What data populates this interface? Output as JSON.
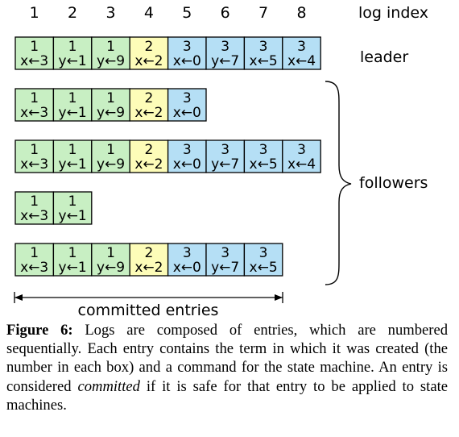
{
  "header": {
    "indices": [
      "1",
      "2",
      "3",
      "4",
      "5",
      "6",
      "7",
      "8"
    ],
    "index_label": "log index"
  },
  "legend": {
    "leader_label": "leader",
    "followers_label": "followers",
    "committed_label": "committed entries"
  },
  "term_colors": {
    "1": "#c8efc3",
    "2": "#fdfcb8",
    "3": "#b5dff5"
  },
  "logs": [
    {
      "role": "leader",
      "entries": [
        {
          "term": "1",
          "cmd": "x←3"
        },
        {
          "term": "1",
          "cmd": "y←1"
        },
        {
          "term": "1",
          "cmd": "y←9"
        },
        {
          "term": "2",
          "cmd": "x←2"
        },
        {
          "term": "3",
          "cmd": "x←0"
        },
        {
          "term": "3",
          "cmd": "y←7"
        },
        {
          "term": "3",
          "cmd": "x←5"
        },
        {
          "term": "3",
          "cmd": "x←4"
        }
      ]
    },
    {
      "role": "follower",
      "entries": [
        {
          "term": "1",
          "cmd": "x←3"
        },
        {
          "term": "1",
          "cmd": "y←1"
        },
        {
          "term": "1",
          "cmd": "y←9"
        },
        {
          "term": "2",
          "cmd": "x←2"
        },
        {
          "term": "3",
          "cmd": "x←0"
        }
      ]
    },
    {
      "role": "follower",
      "entries": [
        {
          "term": "1",
          "cmd": "x←3"
        },
        {
          "term": "1",
          "cmd": "y←1"
        },
        {
          "term": "1",
          "cmd": "y←9"
        },
        {
          "term": "2",
          "cmd": "x←2"
        },
        {
          "term": "3",
          "cmd": "x←0"
        },
        {
          "term": "3",
          "cmd": "y←7"
        },
        {
          "term": "3",
          "cmd": "x←5"
        },
        {
          "term": "3",
          "cmd": "x←4"
        }
      ]
    },
    {
      "role": "follower",
      "entries": [
        {
          "term": "1",
          "cmd": "x←3"
        },
        {
          "term": "1",
          "cmd": "y←1"
        }
      ]
    },
    {
      "role": "follower",
      "entries": [
        {
          "term": "1",
          "cmd": "x←3"
        },
        {
          "term": "1",
          "cmd": "y←1"
        },
        {
          "term": "1",
          "cmd": "y←9"
        },
        {
          "term": "2",
          "cmd": "x←2"
        },
        {
          "term": "3",
          "cmd": "x←0"
        },
        {
          "term": "3",
          "cmd": "y←7"
        },
        {
          "term": "3",
          "cmd": "x←5"
        }
      ]
    }
  ],
  "caption": {
    "figure_label": "Figure 6:",
    "text_before_emphasis": " Logs are composed of entries, which are numbered sequentially. Each entry contains the term in which it was created (the number in each box) and a command for the state machine. An entry is considered ",
    "emphasis": "committed",
    "text_after_emphasis": " if it is safe for that entry to be applied to state machines."
  }
}
